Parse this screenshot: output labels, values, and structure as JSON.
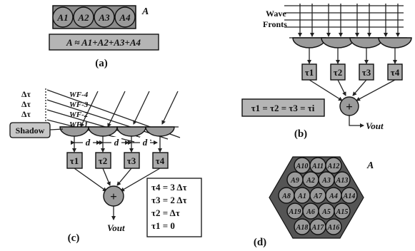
{
  "colors": {
    "element_fill": "#9a9a9a",
    "box_fill": "#a9a9a9",
    "line": "#222222",
    "background": "#ffffff"
  },
  "panel_a": {
    "elements": [
      "A1",
      "A2",
      "A3",
      "A4"
    ],
    "aperture_label": "A",
    "sum_equation": "A ≈ A1+A2+A3+A4",
    "caption": "(a)"
  },
  "panel_b": {
    "wave_label_1": "Wave",
    "wave_label_2": "Fronts",
    "delays": [
      "τ1",
      "τ2",
      "τ3",
      "τ4"
    ],
    "equation": "τ1 = τ2 = τ3 = τi",
    "summer_symbol": "+",
    "output_label": "Vout",
    "caption": "(b)"
  },
  "panel_c": {
    "delta_tau_labels": [
      "Δτ",
      "Δτ",
      "Δτ"
    ],
    "wavefront_labels": [
      "WF-4",
      "WF-3",
      "WF-2",
      "WF-1"
    ],
    "shadow_label": "Shadow",
    "spacing_label": "d",
    "delays": [
      "τ1",
      "τ2",
      "τ3",
      "τ4"
    ],
    "delay_values": [
      "τ4 = 3 Δτ",
      "τ3 = 2 Δτ",
      "τ2 = Δτ",
      "τ1 = 0"
    ],
    "summer_symbol": "+",
    "output_label": "Vout",
    "caption": "(c)"
  },
  "panel_d": {
    "aperture_label": "A",
    "elements": [
      "A10",
      "A11",
      "A12",
      "A9",
      "A2",
      "A3",
      "A13",
      "A8",
      "A1",
      "A4",
      "A14",
      "A19",
      "A6",
      "A5",
      "A15",
      "A18",
      "A17",
      "A16",
      "A7"
    ],
    "caption": "(d)"
  }
}
